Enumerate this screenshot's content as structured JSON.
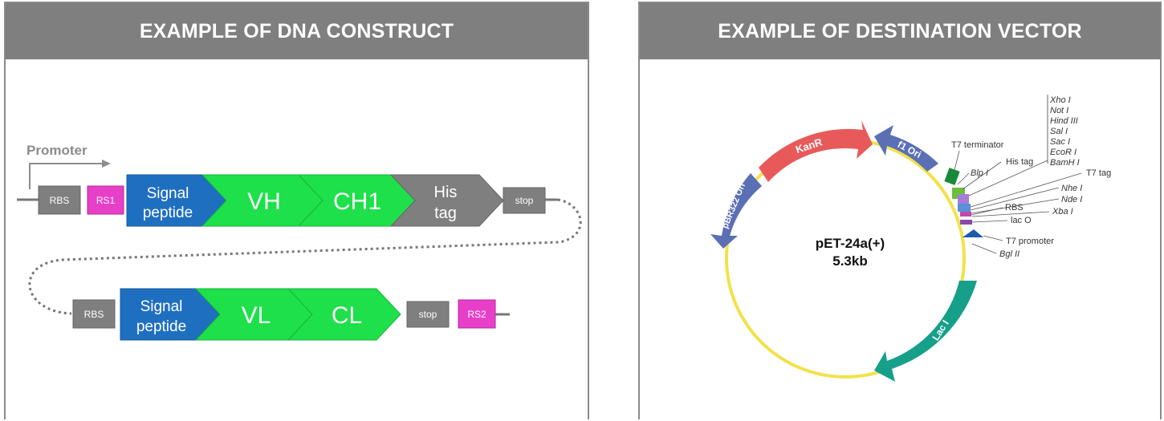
{
  "construct": {
    "title": "EXAMPLE OF DNA CONSTRUCT",
    "promoter_label": "Promoter",
    "row1": {
      "rbs": "RBS",
      "rs": "RS1",
      "signal_line1": "Signal",
      "signal_line2": "peptide",
      "vh": "VH",
      "ch1": "CH1",
      "his_line1": "His",
      "his_line2": "tag",
      "stop": "stop"
    },
    "row2": {
      "rbs": "RBS",
      "signal_line1": "Signal",
      "signal_line2": "peptide",
      "vl": "VL",
      "cl": "CL",
      "stop": "stop",
      "rs": "RS2"
    },
    "colors": {
      "grey_box": "#7f7f7f",
      "magenta": "#e83fc8",
      "blue": "#1f6fc0",
      "green": "#1ee04a",
      "header": "#7f7f7f"
    }
  },
  "vector": {
    "title": "EXAMPLE OF DESTINATION VECTOR",
    "name": "pET-24a(+)",
    "size": "5.3kb",
    "features": {
      "kanr": "KanR",
      "f1ori": "f1 Ori",
      "pbr322": "pBR322 Ori",
      "laci": "Lac I"
    },
    "site_labels": [
      "Xho I",
      "Not I",
      "Hind III",
      "Sal I",
      "Sac I",
      "EcoR I",
      "BamH I"
    ],
    "labels": {
      "t7_terminator": "T7 terminator",
      "his_tag": "His tag",
      "blp": "Blp I",
      "t7_tag": "T7 tag",
      "nhe": "Nhe I",
      "nde": "Nde I",
      "rbs": "RBS",
      "xba": "Xba I",
      "laco": "lac O",
      "t7_promoter": "T7 promoter",
      "bgl": "Bgl II"
    },
    "colors": {
      "backbone": "#f2e24a",
      "kanr": "#e85a5a",
      "ori": "#5b6fb5",
      "laci": "#16a08a",
      "promoter": "#1c5aa8"
    }
  }
}
